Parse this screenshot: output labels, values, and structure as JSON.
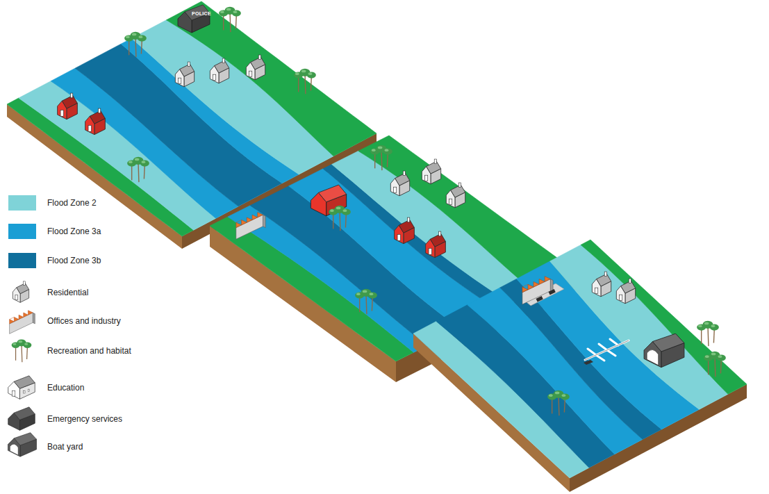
{
  "diagram": {
    "labels": [
      "POLICE"
    ],
    "legend": [
      {
        "text": "Flood Zone 2",
        "color": "#7fd3d8"
      },
      {
        "text": "Flood Zone 3a",
        "color": "#1a9ed4"
      },
      {
        "text": "Flood Zone 3b",
        "color": "#0f6f9c"
      },
      {
        "text": "Residential"
      },
      {
        "text": "Offices and industry"
      },
      {
        "text": "Recreation and habitat"
      },
      {
        "text": "Education"
      },
      {
        "text": "Emergency services"
      },
      {
        "text": "Boat yard"
      }
    ]
  }
}
